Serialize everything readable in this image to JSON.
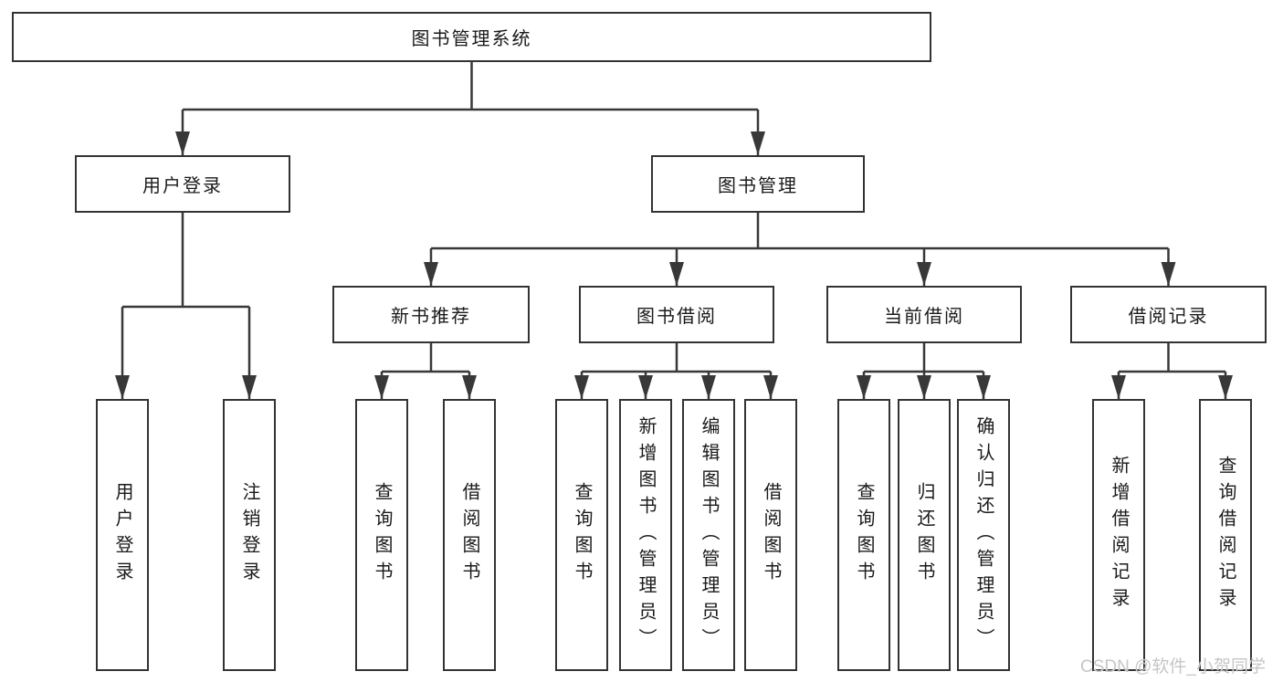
{
  "tree": {
    "label": "图书管理系统",
    "children": [
      {
        "label": "用户登录",
        "children": [
          {
            "label": "用户登录"
          },
          {
            "label": "注销登录"
          }
        ]
      },
      {
        "label": "图书管理",
        "children": [
          {
            "label": "新书推荐",
            "children": [
              {
                "label": "查询图书"
              },
              {
                "label": "借阅图书"
              }
            ]
          },
          {
            "label": "图书借阅",
            "children": [
              {
                "label": "查询图书"
              },
              {
                "label": "新增图书（管理员）"
              },
              {
                "label": "编辑图书（管理员）"
              },
              {
                "label": "借阅图书"
              }
            ]
          },
          {
            "label": "当前借阅",
            "children": [
              {
                "label": "查询图书"
              },
              {
                "label": "归还图书"
              },
              {
                "label": "确认归还（管理员）"
              }
            ]
          },
          {
            "label": "借阅记录",
            "children": [
              {
                "label": "新增借阅记录"
              },
              {
                "label": "查询借阅记录"
              }
            ]
          }
        ]
      }
    ]
  },
  "watermark": "CSDN @软件_小贺同学",
  "colors": {
    "line": "#383838",
    "box_border": "#333333",
    "text": "#1a1a1a",
    "watermark": "#c6c6c6",
    "background": "#ffffff"
  }
}
